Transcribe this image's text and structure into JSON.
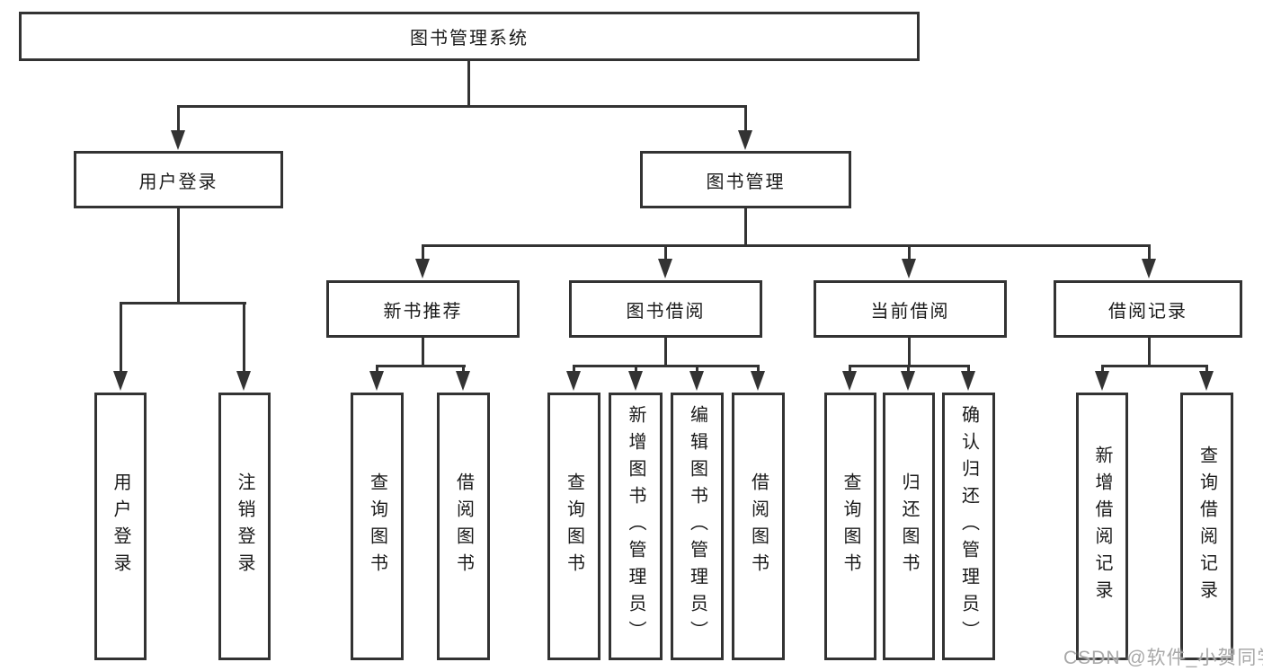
{
  "diagram": {
    "root": {
      "label": "图书管理系统"
    },
    "branches": [
      {
        "label": "用户登录",
        "children": [
          {
            "label": "用户登录"
          },
          {
            "label": "注销登录"
          }
        ]
      },
      {
        "label": "图书管理",
        "children": [
          {
            "label": "新书推荐",
            "children": [
              {
                "label": "查询图书"
              },
              {
                "label": "借阅图书"
              }
            ]
          },
          {
            "label": "图书借阅",
            "children": [
              {
                "label": "查询图书"
              },
              {
                "label": "新增图书（管理员）"
              },
              {
                "label": "编辑图书（管理员）"
              },
              {
                "label": "借阅图书"
              }
            ]
          },
          {
            "label": "当前借阅",
            "children": [
              {
                "label": "查询图书"
              },
              {
                "label": "归还图书"
              },
              {
                "label": "确认归还（管理员）"
              }
            ]
          },
          {
            "label": "借阅记录",
            "children": [
              {
                "label": "新增借阅记录"
              },
              {
                "label": "查询借阅记录"
              }
            ]
          }
        ]
      }
    ],
    "watermark": "CSDN @软件_小贺同学",
    "colors": {
      "line": "#333333",
      "box_fill": "#ffffff",
      "text": "#1a1a1a",
      "watermark": "#a9a9a9"
    }
  }
}
